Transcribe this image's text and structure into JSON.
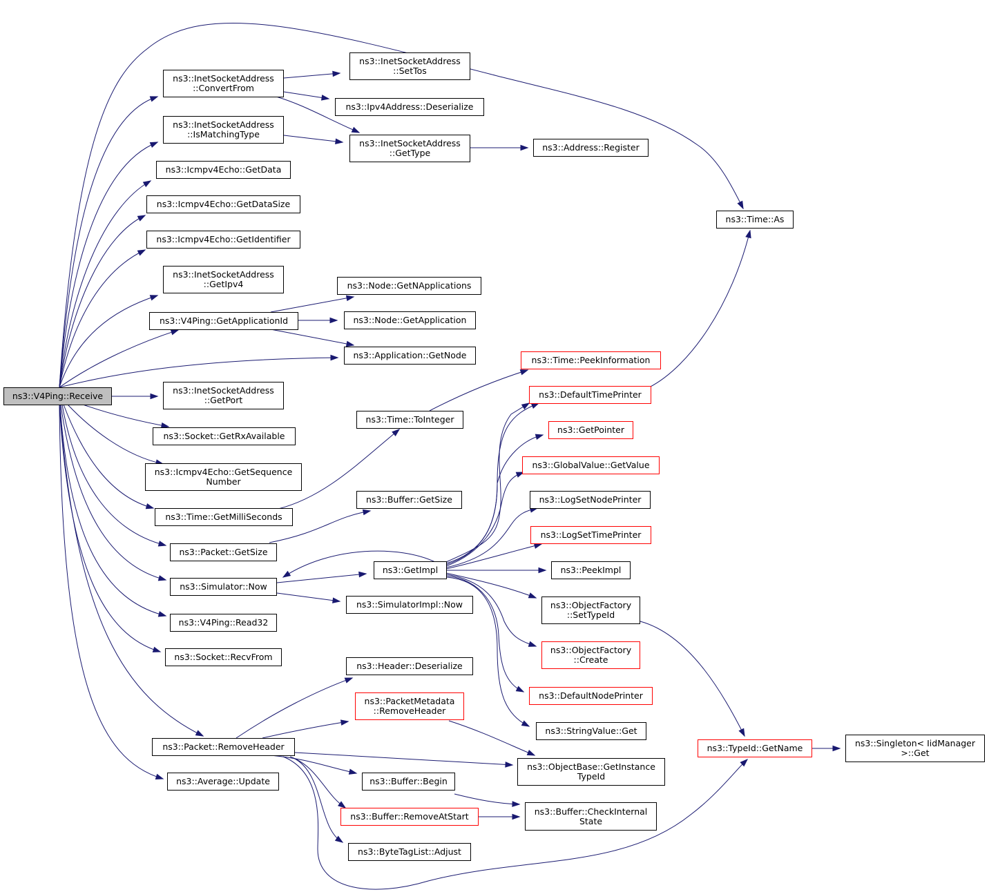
{
  "graph": {
    "root": "ns3::V4Ping::Receive",
    "colors": {
      "edge": "#191970",
      "border": "#000000",
      "border_red": "#ff0000",
      "root_fill": "#bfbfbf"
    },
    "nodes": {
      "receive": "ns3::V4Ping::Receive",
      "inet_convertfrom": "ns3::InetSocketAddress\n::ConvertFrom",
      "inet_settos": "ns3::InetSocketAddress\n::SetTos",
      "ipv4_deserialize": "ns3::Ipv4Address::Deserialize",
      "inet_ismatchingtype": "ns3::InetSocketAddress\n::IsMatchingType",
      "inet_gettype": "ns3::InetSocketAddress\n::GetType",
      "address_register": "ns3::Address::Register",
      "time_as": "ns3::Time::As",
      "icmp_getdata": "ns3::Icmpv4Echo::GetData",
      "icmp_getdatasize": "ns3::Icmpv4Echo::GetDataSize",
      "icmp_getidentifier": "ns3::Icmpv4Echo::GetIdentifier",
      "inet_getipv4": "ns3::InetSocketAddress\n::GetIpv4",
      "node_getnapplications": "ns3::Node::GetNApplications",
      "v4ping_getapplicationid": "ns3::V4Ping::GetApplicationId",
      "node_getapplication": "ns3::Node::GetApplication",
      "application_getnode": "ns3::Application::GetNode",
      "time_peekinformation": "ns3::Time::PeekInformation",
      "defaulttimeprinter": "ns3::DefaultTimePrinter",
      "inet_getport": "ns3::InetSocketAddress\n::GetPort",
      "socket_getrxavailable": "ns3::Socket::GetRxAvailable",
      "time_tointeger": "ns3::Time::ToInteger",
      "getpointer": "ns3::GetPointer",
      "icmp_getsequencenumber": "ns3::Icmpv4Echo::GetSequence\nNumber",
      "globalvalue_getvalue": "ns3::GlobalValue::GetValue",
      "time_getmilliseconds": "ns3::Time::GetMilliSeconds",
      "logsetnodeprinter": "ns3::LogSetNodePrinter",
      "buffer_getsize": "ns3::Buffer::GetSize",
      "logsettimeprinter": "ns3::LogSetTimePrinter",
      "packet_getsize": "ns3::Packet::GetSize",
      "getimpl": "ns3::GetImpl",
      "peekimpl": "ns3::PeekImpl",
      "simulator_now": "ns3::Simulator::Now",
      "simulatorimpl_now": "ns3::SimulatorImpl::Now",
      "objectfactory_settypeid": "ns3::ObjectFactory\n::SetTypeId",
      "v4ping_read32": "ns3::V4Ping::Read32",
      "objectfactory_create": "ns3::ObjectFactory\n::Create",
      "socket_recvfrom": "ns3::Socket::RecvFrom",
      "header_deserialize": "ns3::Header::Deserialize",
      "defaultnodeprinter": "ns3::DefaultNodePrinter",
      "packetmetadata_removeheader": "ns3::PacketMetadata\n::RemoveHeader",
      "stringvalue_get": "ns3::StringValue::Get",
      "packet_removeheader": "ns3::Packet::RemoveHeader",
      "typeid_getname": "ns3::TypeId::GetName",
      "singleton_get": "ns3::Singleton< IidManager\n>::Get",
      "objectbase_getinstancetypeid": "ns3::ObjectBase::GetInstance\nTypeId",
      "average_update": "ns3::Average::Update",
      "buffer_begin": "ns3::Buffer::Begin",
      "buffer_removeatstart": "ns3::Buffer::RemoveAtStart",
      "buffer_checkinternalstate": "ns3::Buffer::CheckInternal\nState",
      "bytetaglist_adjust": "ns3::ByteTagList::Adjust"
    }
  }
}
